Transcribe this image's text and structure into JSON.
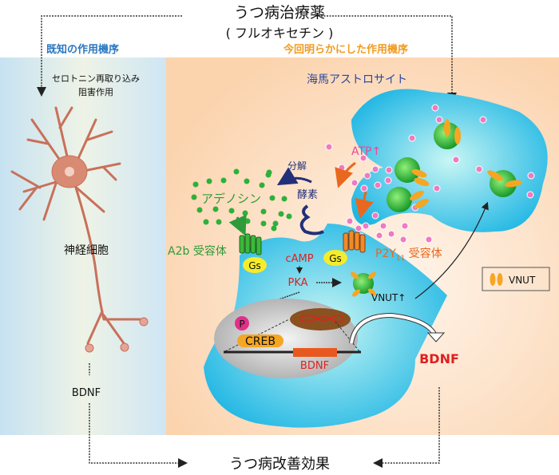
{
  "title": "うつ病治療薬",
  "subtitle": "( フルオキセチン )",
  "known_mechanism": "既知の作用機序",
  "new_mechanism": "今回明らかにした作用機序",
  "serotonin_line1": "セロトニン再取り込み",
  "serotonin_line2": "阻害作用",
  "neuron_label": "神経細胞",
  "neuron_bdnf": "BDNF",
  "astrocyte_label": "海馬アストロサイト",
  "atp": "ATP↑",
  "degradation": "分解",
  "enzyme": "酵素",
  "adenosine": "アデノシン",
  "a2b_receptor": "A2b 受容体",
  "p2y_prefix": "P2Y",
  "p2y_sub": "11",
  "p2y_suffix": " 受容体",
  "gs": "Gs",
  "camp": "cAMP",
  "pka": "PKA",
  "vnut_up": "VNUT↑",
  "p": "P",
  "creb": "CREB",
  "gene_bdnf": "BDNF",
  "released_bdnf": "BDNF",
  "legend_vnut": "VNUT",
  "outcome": "うつ病改善効果",
  "colors": {
    "known_blue": "#2a78c0",
    "new_orange": "#f39a1e",
    "astrocyte": "#2ec0e8",
    "atp_pink": "#e8479a",
    "adenosine_green": "#2e9a3a",
    "bdnf_red": "#e02020",
    "enzyme_navy": "#22307a"
  }
}
